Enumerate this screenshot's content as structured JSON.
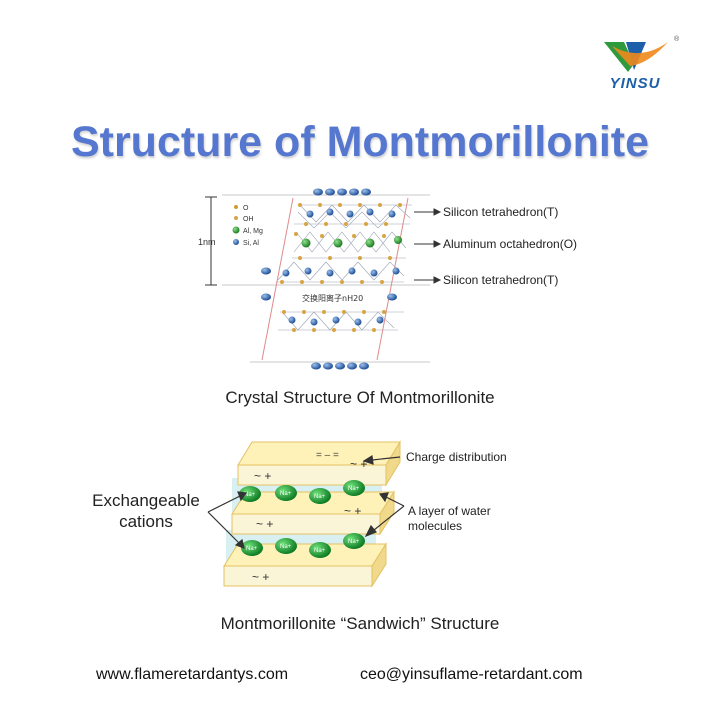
{
  "brand": {
    "name": "YINSU",
    "registered": "®",
    "colors": {
      "green": "#2e9a3d",
      "blue": "#1d5fa8"
    }
  },
  "title": "Structure of Montmorillonite",
  "crystal": {
    "legend": [
      "O",
      "OH",
      "Al, Mg",
      "Si, Al"
    ],
    "scale_label": "1nm",
    "labels": {
      "top": "Silicon tetrahedron(T)",
      "middle": "Aluminum octahedron(O)",
      "bottom": "Silicon tetrahedron(T)"
    },
    "interlayer": "交换阳离子nH20",
    "caption": "Crystal Structure Of Montmorillonite"
  },
  "sandwich": {
    "charge_label": "Charge distribution",
    "water_label": "A layer of water molecules",
    "cation_label": "Exchangeable cations",
    "cation_symbol": "Na+",
    "charge_symbols": "~ +",
    "caption": "Montmorillonite “Sandwich” Structure"
  },
  "footer": {
    "website": "www.flameretardantys.com",
    "email": "ceo@yinsuflame-retardant.com"
  },
  "colors": {
    "title": "#5577cf",
    "slab_face": "#fbf3c8",
    "slab_edge": "#e9c96a",
    "water": "#d9f0f3",
    "cation": "#1fa33a",
    "si_atom": "#3d72b4",
    "al_atom": "#3fa83a"
  }
}
